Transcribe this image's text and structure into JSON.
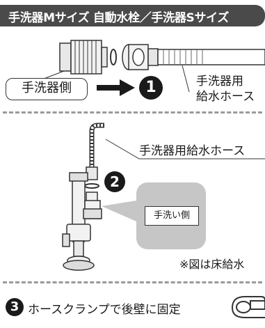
{
  "header": {
    "title": "手洗器Mサイズ 自動水栓／手洗器Sサイズ"
  },
  "section1": {
    "side_label": "手洗器側",
    "step_number": "1",
    "hose_label_line1": "手洗器用",
    "hose_label_line2": "給水ホース"
  },
  "section2": {
    "hose_label": "手洗器用給水ホース",
    "step_number": "2",
    "basin_side_label": "手洗い側",
    "note": "※図は床給水"
  },
  "section3": {
    "step_number": "3",
    "instruction": "ホースクランプで後壁に固定"
  },
  "colors": {
    "header_bg": "#4a4a4a",
    "divider": "#9a9a9a",
    "panel": "#c6c6c6"
  }
}
